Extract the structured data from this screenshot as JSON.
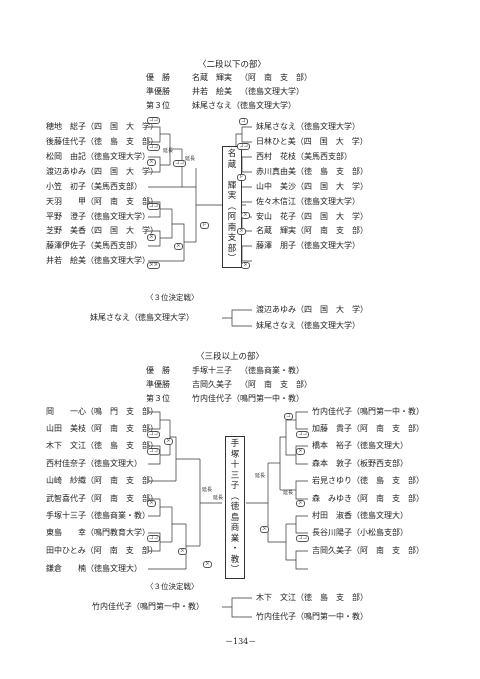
{
  "sections": [
    {
      "heading": "〈二段以下の部〉",
      "results": [
        {
          "label": "優　勝",
          "name": "名蔵　輝実",
          "aff": "（阿　南　支　部）"
        },
        {
          "label": "準優勝",
          "name": "井若　絵美",
          "aff": "（徳島文理大学）"
        },
        {
          "label": "第３位",
          "name": "",
          "aff": "妹尾さなえ（徳島文理大学）"
        }
      ],
      "left": [
        "穂地　総子（四　国　大　学）",
        "後藤佳代子（徳　島　支　部）",
        "松岡　由記（徳島文理大学）",
        "渡辺あゆみ（四　国　大　学）",
        "小笠　初子（美馬西支部）",
        "天羽　　甲（阿　南　支　部）",
        "平野　澄子（徳島文理大学）",
        "芝野　美香（四　国　大　学）",
        "藤澤伊佐子（美馬西支部）",
        "井若　絵美（徳島文理大学）"
      ],
      "right": [
        "妹尾さなえ（徳島文理大学）",
        "日林ひと美（四　国　大　学）",
        "西村　花枝（美馬西支部）",
        "赤川真由美（徳　島　支　部）",
        "山中　美沙（四　国　大　学）",
        "佐々木信江（徳島文理大学）",
        "安山　花子（四　国　大　学）",
        "名蔵　輝実（阿　南　支　部）",
        "藤澤　朋子（徳島文理大学）"
      ],
      "winner": "名蔵　輝実（阿南支部）",
      "extra_label": "延長",
      "third": {
        "label": "〈３位決定戦〉",
        "a": "妹尾さなえ（徳島文理大学）",
        "b": "渡辺あゆみ（四　国　大　学）",
        "w": "妹尾さなえ（徳島文理大学）"
      }
    },
    {
      "heading": "〈三段以上の部〉",
      "results": [
        {
          "label": "優　勝",
          "name": "手塚十三子",
          "aff": "（徳島商業・教）"
        },
        {
          "label": "準優勝",
          "name": "吉岡久美子",
          "aff": "（阿　南　支　部）"
        },
        {
          "label": "第３位",
          "name": "",
          "aff": "竹内佳代子（鳴門第一中・教）"
        }
      ],
      "left": [
        "岡　　一心（鳴　門　支　部）",
        "山田　美枝（阿　南　支　部）",
        "木下　文江（徳　島　支　部）",
        "西村佳奈子（徳島文理大）",
        "山崎　紗織（阿　南　支　部）",
        "武智喜代子（阿　南　支　部）",
        "手塚十三子（徳島商業・教）",
        "東島　　幸（鳴門教育大学）",
        "田中ひとみ（阿　南　支　部）",
        "鎌倉　　楠（徳島文理大）"
      ],
      "right": [
        "竹内佳代子（鳴門第一中・教）",
        "加藤　貴子（阿　南　支　部）",
        "橋本　裕子（徳島文理大）",
        "森本　敦子（板野西支部）",
        "岩見さゆり（徳　島　支　部）",
        "森　みゆき（阿　南　支　部）",
        "村田　淑香（徳島文理大）",
        "長谷川陽子（小松島支部）",
        "吉岡久美子（阿　南　支　部）"
      ],
      "winner": "手塚十三子（徳島商業・教）",
      "extra_label": "延長",
      "third": {
        "label": "〈３位決定戦〉",
        "a": "竹内佳代子（鳴門第一中・教）",
        "b": "木下　文江（徳　島　支　部）",
        "w": "竹内佳代子（鳴門第一中・教）"
      }
    }
  ],
  "page_number": "－134－"
}
